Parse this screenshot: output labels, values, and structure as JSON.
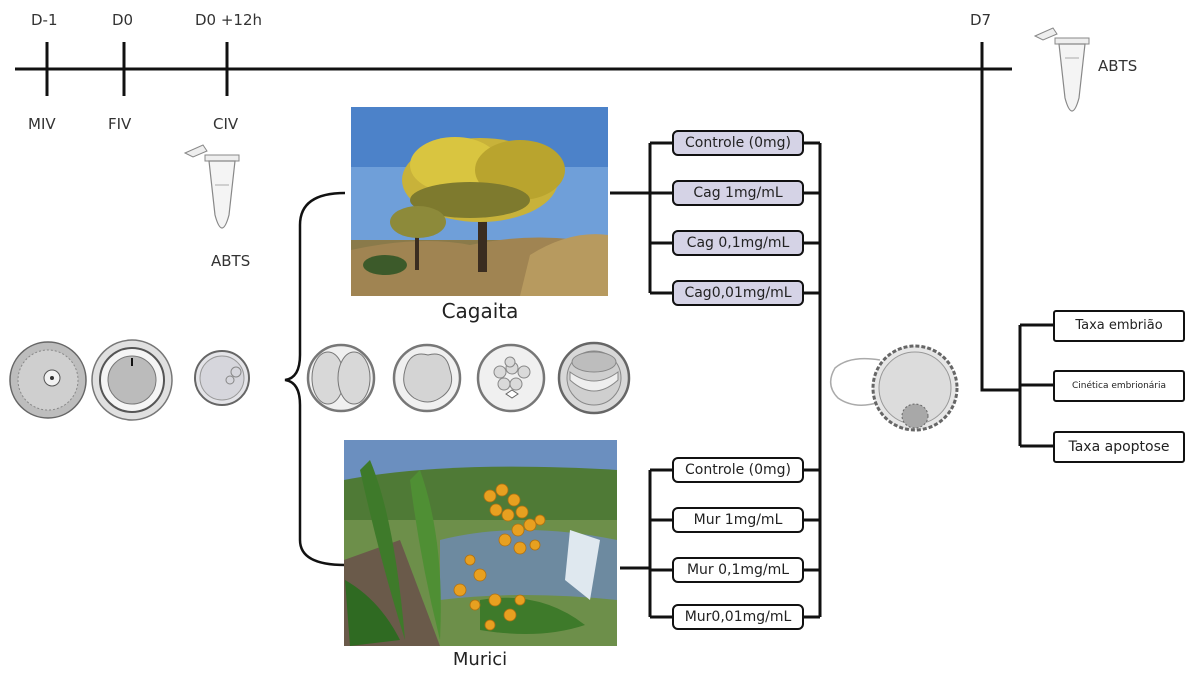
{
  "timeline": {
    "top_labels": [
      "D-1",
      "D0",
      "D0 +12h",
      "D7"
    ],
    "bottom_labels": [
      "MIV",
      "FIV",
      "CIV"
    ]
  },
  "reagent": {
    "abts_top": "ABTS",
    "abts_left": "ABTS"
  },
  "plants": {
    "cagaita": {
      "caption": "Cagaita"
    },
    "murici": {
      "caption": "Murici"
    }
  },
  "treatments": {
    "cagaita": [
      "Controle (0mg)",
      "Cag 1mg/mL",
      "Cag 0,1mg/mL",
      "Cag0,01mg/mL"
    ],
    "murici": [
      "Controle (0mg)",
      "Mur 1mg/mL",
      "Mur 0,1mg/mL",
      "Mur0,01mg/mL"
    ]
  },
  "outcomes": [
    "Taxa embrião",
    "Cinética embrionária",
    "Taxa apoptose"
  ],
  "colors": {
    "cagaita_box": "#d5d3e6",
    "murici_box": "#ffffff",
    "line": "#111111"
  }
}
